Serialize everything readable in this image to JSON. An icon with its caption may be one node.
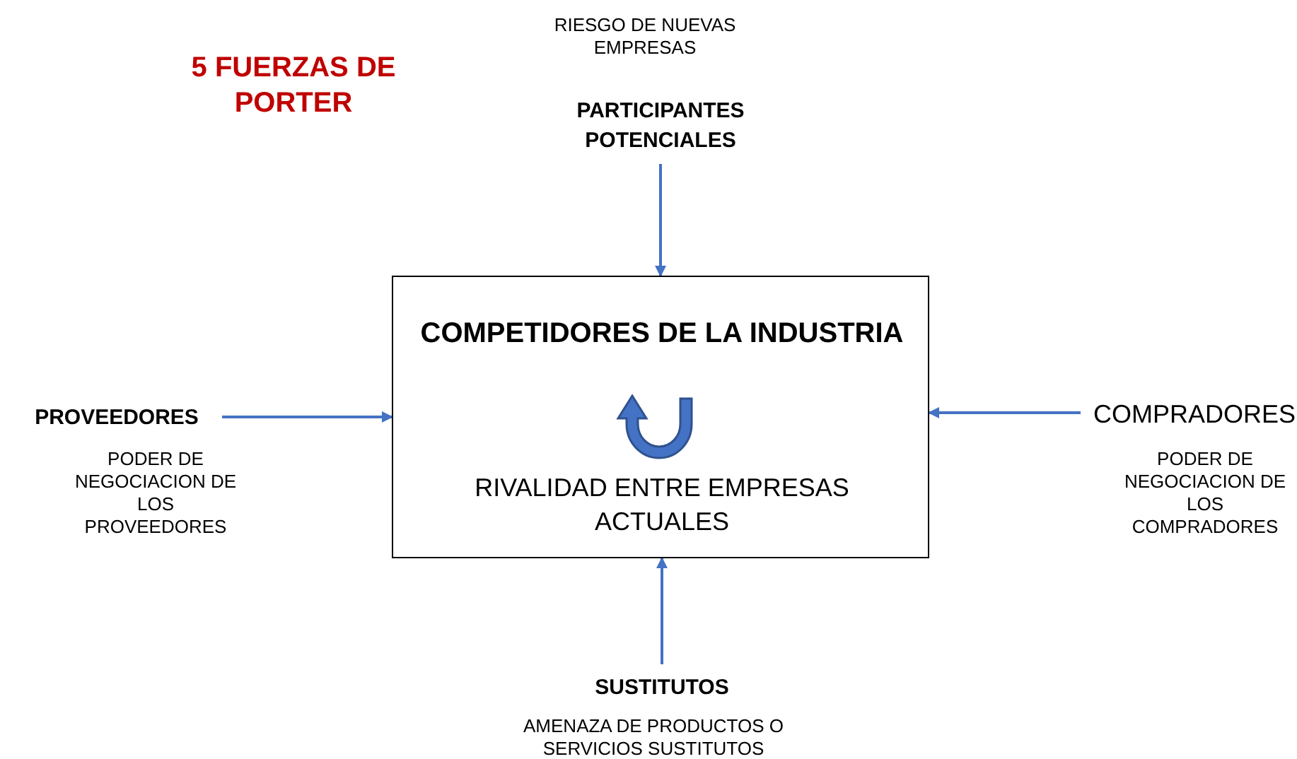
{
  "diagram": {
    "title": "5 FUERZAS DE PORTER",
    "nodes": [
      {
        "text": [
          "COMPETIDORES DE LA INDUSTRIA",
          "RIVALIDAD ENTRE EMPRESAS ACTUALES"
        ]
      },
      {
        "text": [
          "PARTICIPANTES POTENCIALES"
        ],
        "beside": [
          "RIESGO DE NUEVAS EMPRESAS"
        ]
      },
      {
        "text": [
          "PROVEEDORES"
        ],
        "beside": [
          "PODER DE NEGOCIACION DE LOS PROVEEDORES"
        ]
      },
      {
        "text": [
          "COMPRADORES"
        ],
        "beside": [
          "PODER DE NEGOCIACION DE LOS COMPRADORES"
        ]
      },
      {
        "text": [
          "SUSTITUTOS"
        ],
        "beside": [
          "AMENAZA DE PRODUCTOS O SERVICIOS SUSTITUTOS"
        ]
      }
    ],
    "edges": [
      {
        "from": 1,
        "to": 0,
        "arrow": "to"
      },
      {
        "from": 2,
        "to": 0,
        "arrow": "to"
      },
      {
        "from": 3,
        "to": 0,
        "arrow": "to"
      },
      {
        "from": 4,
        "to": 0,
        "arrow": "to"
      }
    ]
  }
}
